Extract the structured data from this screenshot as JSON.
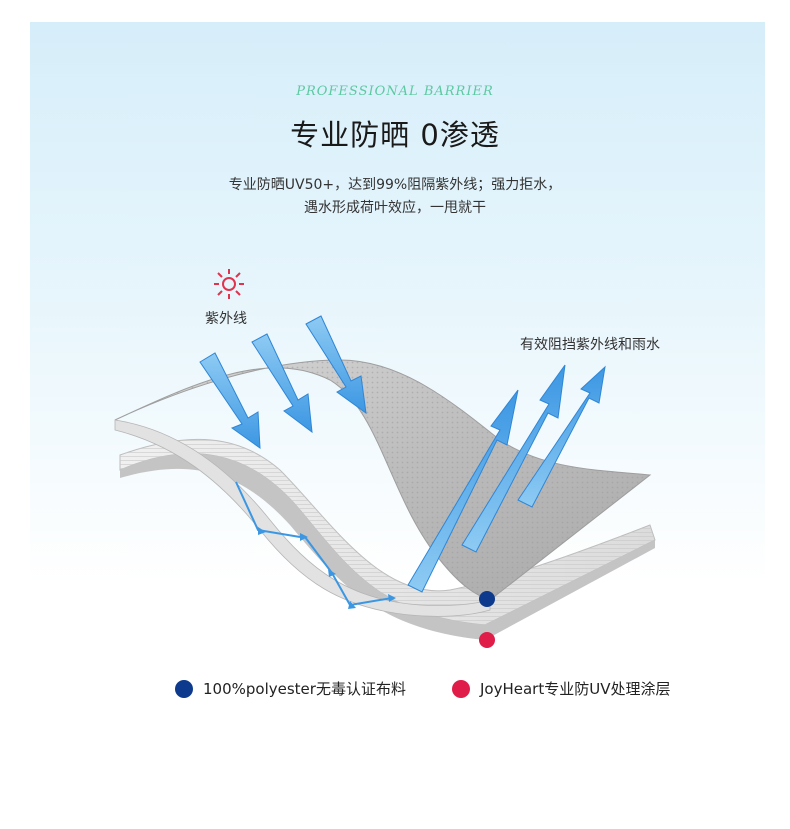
{
  "header": {
    "subtitle_en": "PROFESSIONAL BARRIER",
    "title": "专业防晒  0渗透",
    "desc_line1": "专业防晒UV50+，达到99%阻隔紫外线；强力拒水，",
    "desc_line2": "遇水形成荷叶效应，一甩就干"
  },
  "diagram": {
    "uv_label": "紫外线",
    "protect_label": "有效阻挡紫外线和雨水",
    "sun_icon": "sun-icon",
    "arrow_color": "#4fa9ea"
  },
  "legend": [
    {
      "text": "100%polyester无毒认证布料",
      "color": "#0d3a8c"
    },
    {
      "text": "JoyHeart专业防UV处理涂层",
      "color": "#e01c48"
    }
  ]
}
